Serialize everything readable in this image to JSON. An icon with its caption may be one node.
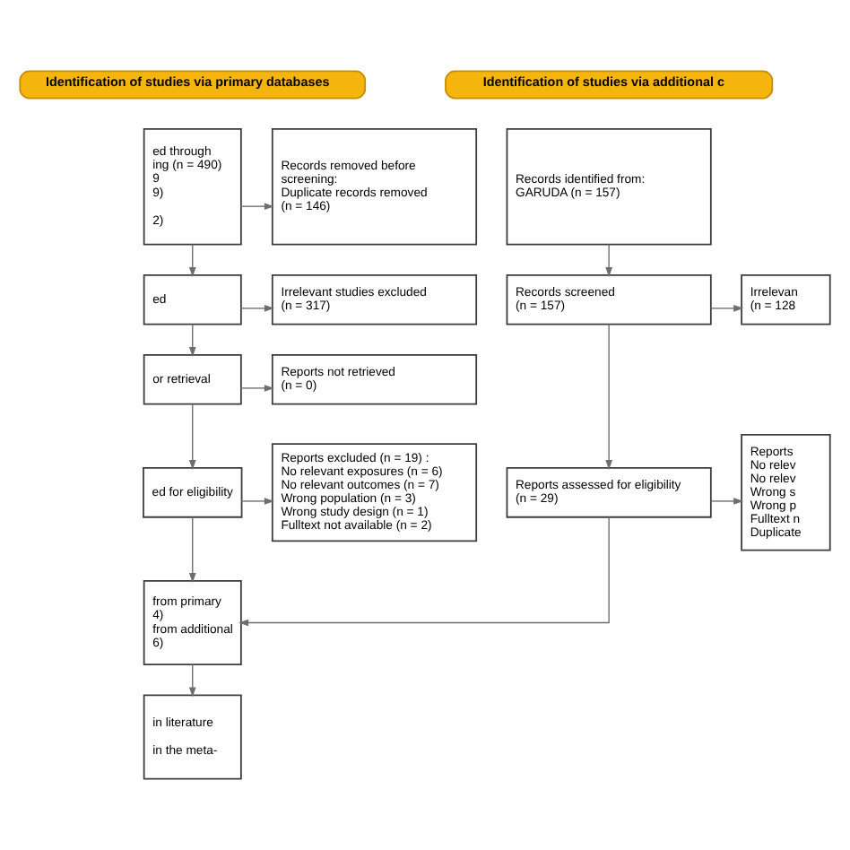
{
  "diagram": {
    "nodes": [
      {
        "text": [
          "Identification of studies via primary databases"
        ]
      },
      {
        "text": [
          "Identification of studies via additional c"
        ]
      },
      {
        "text": [
          "ed through ing (n = 490)",
          "9",
          "9)",
          "2)"
        ]
      },
      {
        "text": [
          "Records removed before screening:",
          "Duplicate records removed (n = 146)"
        ]
      },
      {
        "text": [
          "Records identified from: GARUDA (n = 157)"
        ]
      },
      {
        "text": [
          "ed"
        ]
      },
      {
        "text": [
          "Irrelevant studies excluded (n = 317)"
        ]
      },
      {
        "text": [
          "Records screened (n = 157)"
        ]
      },
      {
        "text": [
          "Irrelevan (n = 128"
        ]
      },
      {
        "text": [
          "or retrieval"
        ]
      },
      {
        "text": [
          "Reports not retrieved (n = 0)"
        ]
      },
      {
        "text": [
          "ed for eligibility"
        ]
      },
      {
        "text": [
          "Reports excluded (n = 19) :",
          "No relevant exposures (n = 6)",
          "No relevant outcomes (n = 7)",
          "Wrong population (n = 3)",
          "Wrong study design (n = 1)",
          "Fulltext not available (n = 2)"
        ]
      },
      {
        "text": [
          "Reports assessed for eligibility (n = 29)"
        ]
      },
      {
        "text": [
          "Reports",
          "No relev",
          "No relev",
          "Wrong s",
          "Wrong p",
          "Fulltext n",
          "Duplicate"
        ]
      },
      {
        "text": [
          "from primary 4)",
          "from additional 6)"
        ]
      },
      {
        "text": [
          "in literature",
          "in the meta-"
        ]
      }
    ],
    "edges": [
      {
        "from": 2,
        "to": 3,
        "arrow": "to"
      },
      {
        "from": 2,
        "to": 5,
        "arrow": "to"
      },
      {
        "from": 5,
        "to": 6,
        "arrow": "to"
      },
      {
        "from": 5,
        "to": 9,
        "arrow": "to"
      },
      {
        "from": 9,
        "to": 10,
        "arrow": "to"
      },
      {
        "from": 9,
        "to": 11,
        "arrow": "to"
      },
      {
        "from": 11,
        "to": 12,
        "arrow": "to"
      },
      {
        "from": 11,
        "to": 15,
        "arrow": "to"
      },
      {
        "from": 15,
        "to": 16,
        "arrow": "to"
      },
      {
        "from": 4,
        "to": 7,
        "arrow": "to"
      },
      {
        "from": 7,
        "to": 8,
        "arrow": "to"
      },
      {
        "from": 7,
        "to": 13,
        "arrow": "to"
      },
      {
        "from": 13,
        "to": 14,
        "arrow": "to"
      },
      {
        "from": 13,
        "to": 15,
        "arrow": "to"
      }
    ]
  }
}
